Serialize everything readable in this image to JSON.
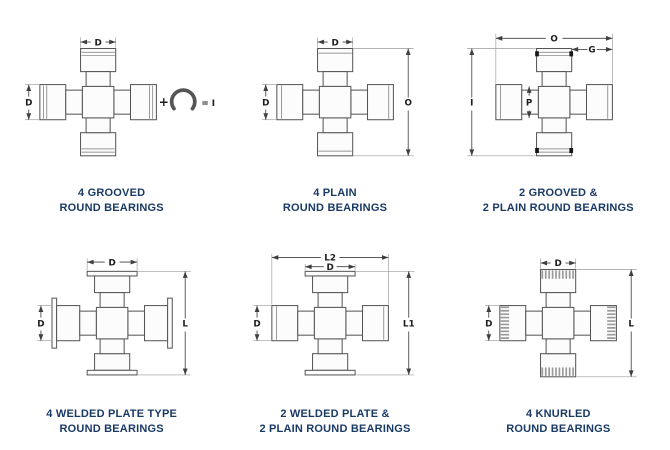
{
  "page": {
    "background": "#ffffff",
    "caption_color": "#1a3a66"
  },
  "figures": [
    {
      "caption": [
        "4 GROOVED",
        "ROUND BEARINGS"
      ],
      "dims": {
        "top": "D",
        "left": "D",
        "plus": "+",
        "ring": "= I"
      }
    },
    {
      "caption": [
        "4 PLAIN",
        "ROUND BEARINGS"
      ],
      "dims": {
        "top": "D",
        "left": "D",
        "right": "O"
      }
    },
    {
      "caption": [
        "2 GROOVED &",
        "2 PLAIN ROUND BEARINGS"
      ],
      "dims": {
        "top": "O",
        "mid": "G",
        "left": "I",
        "inner": "P"
      }
    },
    {
      "caption": [
        "4 WELDED PLATE TYPE",
        "ROUND BEARINGS"
      ],
      "dims": {
        "top": "D",
        "left": "D",
        "right": "L"
      }
    },
    {
      "caption": [
        "2 WELDED PLATE &",
        "2 PLAIN ROUND BEARINGS"
      ],
      "dims": {
        "top": "L2",
        "plate": "D",
        "left": "D",
        "right": "L1"
      }
    },
    {
      "caption": [
        "4 KNURLED",
        "ROUND BEARINGS"
      ],
      "dims": {
        "top": "D",
        "left": "D",
        "right": "L"
      }
    }
  ]
}
